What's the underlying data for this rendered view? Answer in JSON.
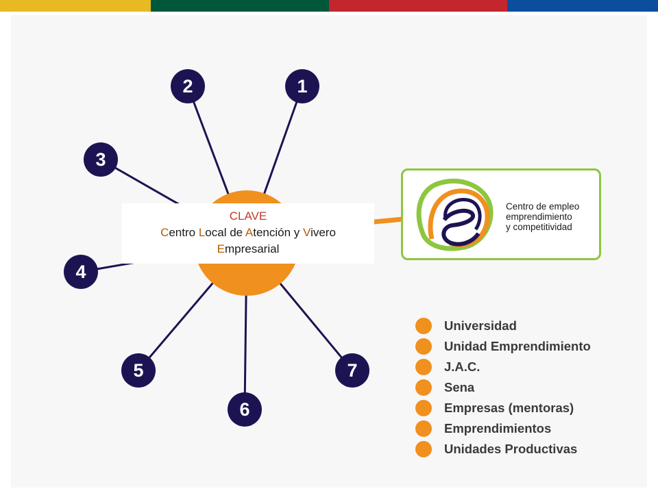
{
  "top_stripes": {
    "colors": [
      "#e8b923",
      "#00573a",
      "#c4262e",
      "#0b4f9c"
    ]
  },
  "center": {
    "title": "CLAVE",
    "line1_parts": [
      {
        "text": "C",
        "hl": true
      },
      {
        "text": "entro ",
        "hl": false
      },
      {
        "text": "L",
        "hl": true
      },
      {
        "text": "ocal de ",
        "hl": false
      },
      {
        "text": "A",
        "hl": true
      },
      {
        "text": "tención y ",
        "hl": false
      },
      {
        "text": "V",
        "hl": true
      },
      {
        "text": "ivero",
        "hl": false
      }
    ],
    "line2_parts": [
      {
        "text": "E",
        "hl": true
      },
      {
        "text": "mpresarial",
        "hl": false
      }
    ]
  },
  "nodes": [
    "1",
    "2",
    "3",
    "4",
    "5",
    "6",
    "7"
  ],
  "logo": {
    "line1": "Centro de empleo",
    "line2": "emprendimiento",
    "line3": "y competitividad"
  },
  "legend": [
    "Universidad",
    "Unidad Emprendimiento",
    "J.A.C.",
    "Sena",
    "Empresas (mentoras)",
    "Emprendimientos",
    "Unidades Productivas"
  ],
  "colors": {
    "node": "#1c1452",
    "hub": "#f0901e",
    "line": "#1c1452",
    "logo_border": "#8dc63f",
    "legend_dot": "#f0901e"
  }
}
